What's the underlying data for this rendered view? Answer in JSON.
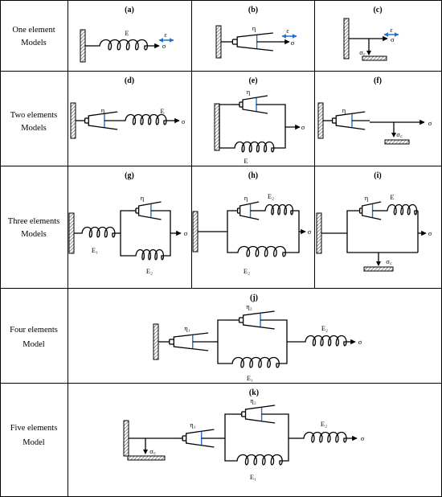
{
  "rows": [
    {
      "label_lines": [
        "One element",
        "Models"
      ]
    },
    {
      "label_lines": [
        "Two elements",
        "Models"
      ]
    },
    {
      "label_lines": [
        "Three elements",
        "Models"
      ]
    },
    {
      "label_lines": [
        "Four elements",
        "Model"
      ]
    },
    {
      "label_lines": [
        "Five elements",
        "Model"
      ]
    }
  ],
  "panels": {
    "a": "(a)",
    "b": "(b)",
    "c": "(c)",
    "d": "(d)",
    "e": "(e)",
    "f": "(f)",
    "g": "(g)",
    "h": "(h)",
    "i": "(i)",
    "j": "(j)",
    "k": "(k)"
  },
  "symbols": {
    "stress": "σ",
    "strain": "ε",
    "spring": "E",
    "spring1": "E₁",
    "spring2": "E₂",
    "dashpot": "η",
    "dashpot1": "η₁",
    "dashpot2": "η₂",
    "yield_stress": "σ꜀"
  },
  "colors": {
    "grid_line": "#000000",
    "strain_arrow": "#1f6fd0",
    "dashpot_piston": "#1f6fd0",
    "hatch": "#555555"
  }
}
